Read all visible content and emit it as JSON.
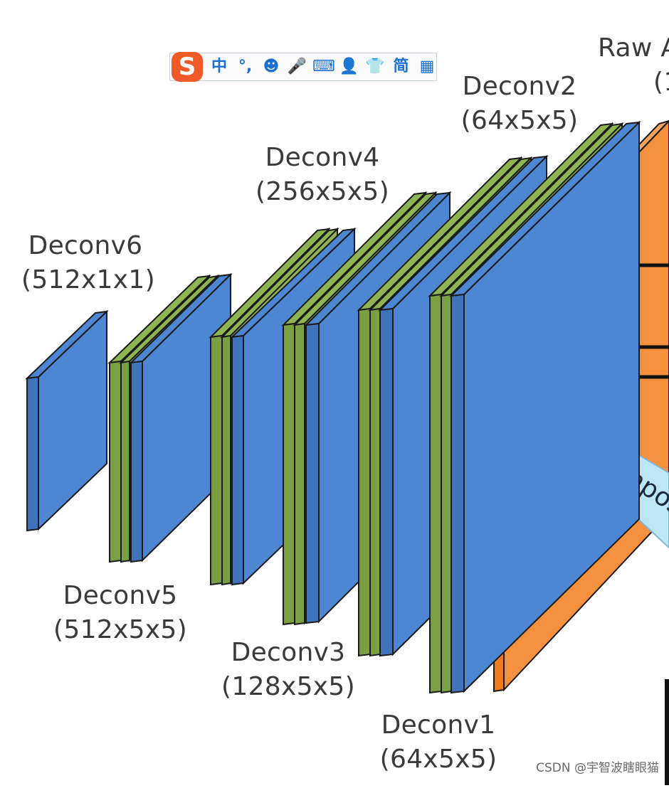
{
  "layers": [
    {
      "name": "Deconv6",
      "shape": "(512x1x1)"
    },
    {
      "name": "Deconv5",
      "shape": "(512x5x5)"
    },
    {
      "name": "Deconv4",
      "shape": "(256x5x5)"
    },
    {
      "name": "Deconv3",
      "shape": "(128x5x5)"
    },
    {
      "name": "Deconv2",
      "shape": "(64x5x5)"
    },
    {
      "name": "Deconv1",
      "shape": "(64x5x5)"
    }
  ],
  "output": {
    "label": "Raw A",
    "shape_fragment": "(1"
  },
  "banner": {
    "text": "Compos"
  },
  "ime_toolbar": {
    "logo": "S",
    "items": [
      {
        "icon": "chinese-mode-icon",
        "glyph": "中"
      },
      {
        "icon": "punctuation-icon",
        "glyph": "°,"
      },
      {
        "icon": "emoji-icon",
        "glyph": "☻"
      },
      {
        "icon": "microphone-icon",
        "glyph": "🎤"
      },
      {
        "icon": "keyboard-icon",
        "glyph": "⌨"
      },
      {
        "icon": "user-account-icon",
        "glyph": "👤"
      },
      {
        "icon": "skin-shirt-icon",
        "glyph": "👕"
      },
      {
        "icon": "simplified-chinese-icon",
        "glyph": "简"
      },
      {
        "icon": "toolbox-grid-icon",
        "glyph": "▦"
      }
    ]
  },
  "watermark": "CSDN @宇智波瞎眼猫",
  "colors": {
    "blue": "#4d87d4",
    "green": "#8fb553",
    "orange": "#f5913e",
    "banner": "#bde6f5",
    "outline": "#1a1a1a"
  }
}
